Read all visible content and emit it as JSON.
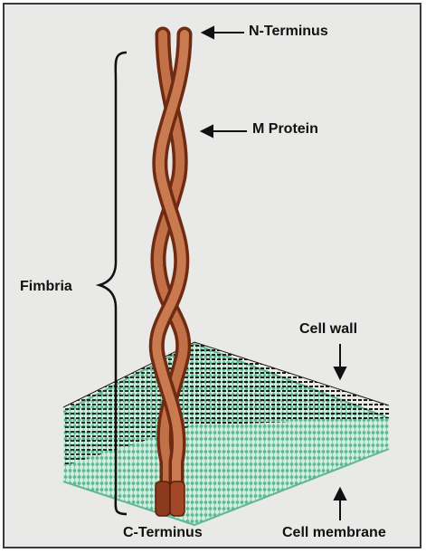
{
  "labels": {
    "n_terminus": "N-Terminus",
    "m_protein": "M Protein",
    "fimbria": "Fimbria",
    "cell_wall": "Cell wall",
    "c_terminus": "C-Terminus",
    "cell_membrane": "Cell membrane"
  },
  "colors": {
    "background": "#e9e9e7",
    "frame": "#3a3a3a",
    "protein": "#b5643f",
    "protein_dark": "#7a2e16",
    "membrane": "#5fb893",
    "wall": "#1a1a1a"
  }
}
